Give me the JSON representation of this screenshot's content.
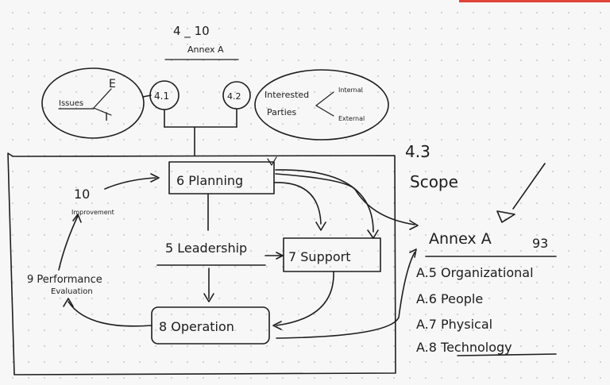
{
  "header": {
    "title": "4 _ 10",
    "subtitle": "Annex A"
  },
  "issues": {
    "label": "Issues",
    "e": "E",
    "i": "I"
  },
  "clauses": {
    "c41": "4.1",
    "c42": "4.2",
    "interested": "Interested",
    "parties": "Parties",
    "internal": "Internal",
    "external": "External"
  },
  "scope": {
    "number": "4.3",
    "label": "Scope"
  },
  "pdca": {
    "planning": "6 Planning",
    "improvement_num": "10",
    "improvement": "Improvement",
    "leadership": "5 Leadership",
    "support": "7 Support",
    "performance": "9 Performance",
    "evaluation": "Evaluation",
    "operation": "8 Operation"
  },
  "annex": {
    "title": "Annex A",
    "ref": "93",
    "items": [
      "A.5  Organizational",
      "A.6  People",
      "A.7  Physical",
      "A.8  Technology"
    ]
  },
  "colors": {
    "ink": "#1e1e1e",
    "accent": "#e0443a",
    "background": "#f7f7f7"
  }
}
